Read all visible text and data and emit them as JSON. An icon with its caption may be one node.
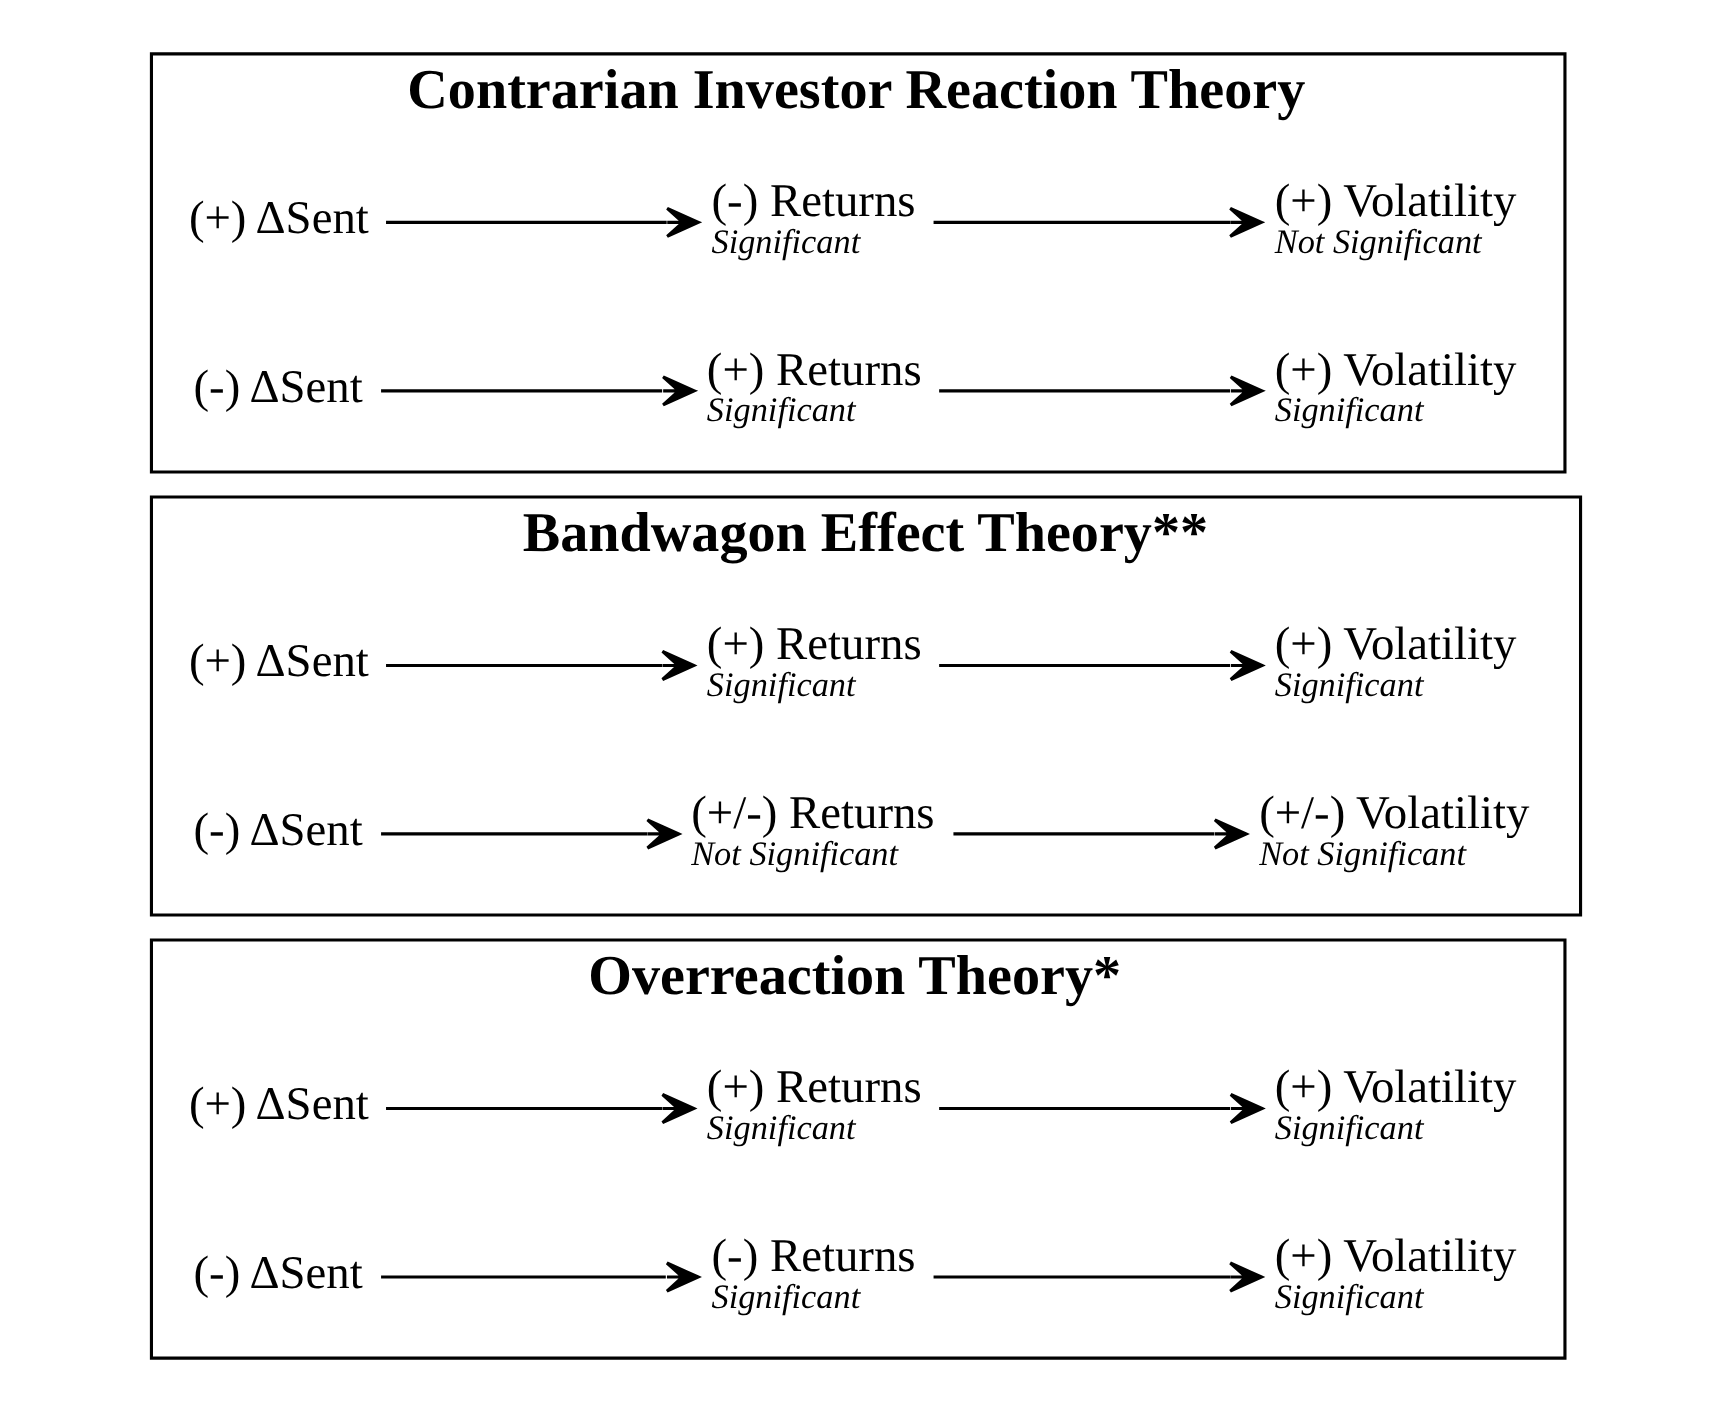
{
  "diagram": {
    "nodes": [
      {
        "text": [
          "Overreaction Theory*"
        ]
      },
      {
        "text": [
          "(+) ΔSent"
        ],
        "in": 0
      },
      {
        "text": [
          "(+) Returns"
        ],
        "beside": [
          "Significant"
        ],
        "in": 0
      },
      {
        "text": [
          "(+) Volatility"
        ],
        "beside": [
          "Significant"
        ],
        "in": 0
      },
      {
        "text": [
          "(-) ΔSent"
        ],
        "in": 0
      },
      {
        "text": [
          "(-) Returns"
        ],
        "beside": [
          "Significant"
        ],
        "in": 0
      },
      {
        "text": [
          "(+) Volatility"
        ],
        "beside": [
          "Significant"
        ],
        "in": 0
      },
      {
        "text": [
          "Bandwagon Effect Theory**"
        ]
      },
      {
        "text": [
          "(+) ΔSent"
        ],
        "in": 7
      },
      {
        "text": [
          "(+) Returns"
        ],
        "beside": [
          "Significant"
        ],
        "in": 7
      },
      {
        "text": [
          "(+) Volatility"
        ],
        "beside": [
          "Significant"
        ],
        "in": 7
      },
      {
        "text": [
          "(-) ΔSent"
        ],
        "in": 7
      },
      {
        "text": [
          "(+/-) Returns"
        ],
        "beside": [
          "Not Significant"
        ],
        "in": 7
      },
      {
        "text": [
          "(+/-) Volatility"
        ],
        "beside": [
          "Not Significant"
        ],
        "in": 7
      },
      {
        "text": [
          "Contrarian Investor Reaction Theory"
        ]
      },
      {
        "text": [
          "(+) ΔSent"
        ],
        "in": 14
      },
      {
        "text": [
          "(-) Returns"
        ],
        "beside": [
          "Significant"
        ],
        "in": 14
      },
      {
        "text": [
          "(+) Volatility"
        ],
        "beside": [
          "Not Significant"
        ],
        "in": 14
      },
      {
        "text": [
          "(-) ΔSent"
        ],
        "in": 14
      },
      {
        "text": [
          "(+) Returns"
        ],
        "beside": [
          "Significant"
        ],
        "in": 14
      },
      {
        "text": [
          "(+) Volatility"
        ],
        "beside": [
          "Significant"
        ],
        "in": 14
      }
    ],
    "edges": [
      {
        "from": 1,
        "to": 2,
        "arrow": "to"
      },
      {
        "from": 2,
        "to": 3,
        "arrow": "to"
      },
      {
        "from": 4,
        "to": 5,
        "arrow": "to"
      },
      {
        "from": 5,
        "to": 6,
        "arrow": "to"
      },
      {
        "from": 8,
        "to": 9,
        "arrow": "to"
      },
      {
        "from": 9,
        "to": 10,
        "arrow": "to"
      },
      {
        "from": 11,
        "to": 12,
        "arrow": "to"
      },
      {
        "from": 12,
        "to": 13,
        "arrow": "to"
      },
      {
        "from": 15,
        "to": 16,
        "arrow": "to"
      },
      {
        "from": 16,
        "to": 17,
        "arrow": "to"
      },
      {
        "from": 18,
        "to": 19,
        "arrow": "to"
      },
      {
        "from": 19,
        "to": 20,
        "arrow": "to"
      }
    ]
  }
}
